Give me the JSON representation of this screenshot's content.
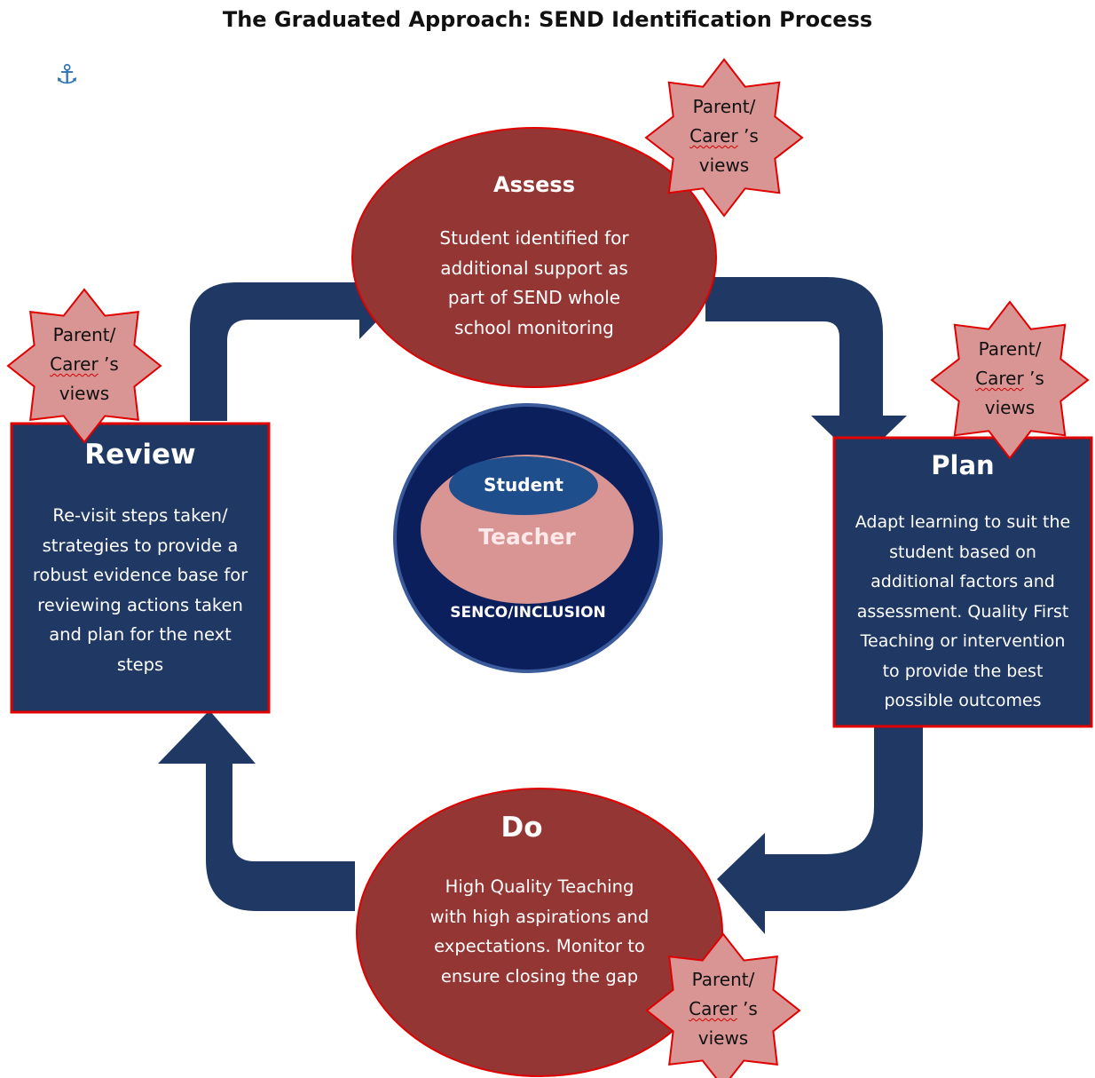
{
  "title": "The Graduated Approach: SEND Identification Process",
  "colors": {
    "navy": "#1f3864",
    "maroon": "#943634",
    "red_outline": "#e00000",
    "pink": "#d99594",
    "dark_navy": "#0a1f5c"
  },
  "icons": {
    "anchor": "⚓"
  },
  "stages": {
    "assess": {
      "title": "Assess",
      "description_lines": [
        "Student identified for",
        "additional support as",
        "part of SEND whole",
        "school monitoring"
      ]
    },
    "plan": {
      "title": "Plan",
      "description_lines": [
        "Adapt learning to suit the",
        "student based on",
        "additional factors and",
        "assessment. Quality First",
        "Teaching or intervention",
        "to provide the best",
        "possible outcomes"
      ]
    },
    "do": {
      "title": "Do",
      "description_lines": [
        "High Quality Teaching",
        "with high aspirations and",
        "expectations. Monitor to",
        "ensure closing the gap"
      ]
    },
    "review": {
      "title": "Review",
      "description_lines": [
        "Re-visit steps taken/",
        "strategies to provide a",
        "robust evidence base for",
        "reviewing actions taken",
        "and plan for the next",
        "steps"
      ]
    }
  },
  "parent_views": {
    "line1": "Parent/",
    "line2_word": "Carer",
    "line2_suffix": " ’s",
    "line3": "views"
  },
  "center": {
    "student": "Student",
    "teacher": "Teacher",
    "senco": "SENCO/INCLUSION"
  }
}
